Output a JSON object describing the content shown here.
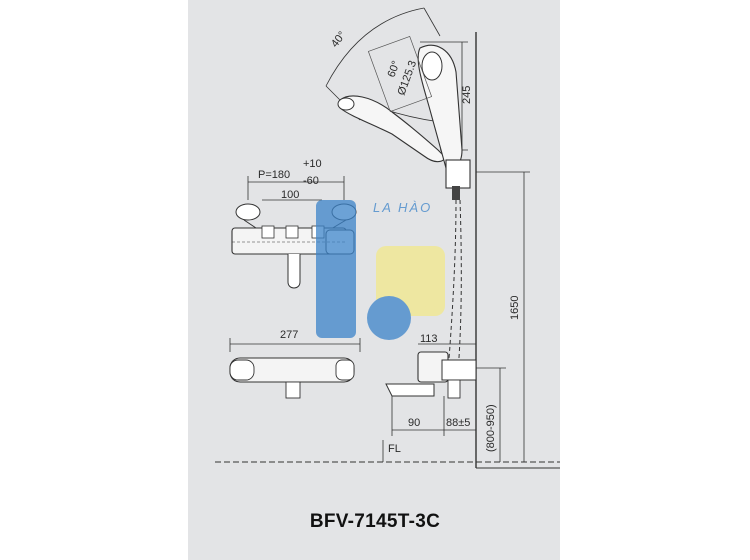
{
  "dimensions": {
    "angle_head": "40°",
    "head_length": "245",
    "angle_small": "60°",
    "head_diameter": "Ø125.3",
    "pitch": "P=180",
    "pitch_tol_plus": "+10",
    "pitch_tol_minus": "-60",
    "spacing": "100",
    "body_length": "277",
    "outlet_depth": "113",
    "spout_reach": "90",
    "wall_offset": "88±5",
    "mount_height_range": "(800-950)",
    "rail_height": "1650",
    "floor_label": "FL"
  },
  "watermark": {
    "text": "LA HÀO",
    "color": "#3b83c9",
    "accent": "#f2e98a"
  },
  "title": "BFV-7145T-3C"
}
